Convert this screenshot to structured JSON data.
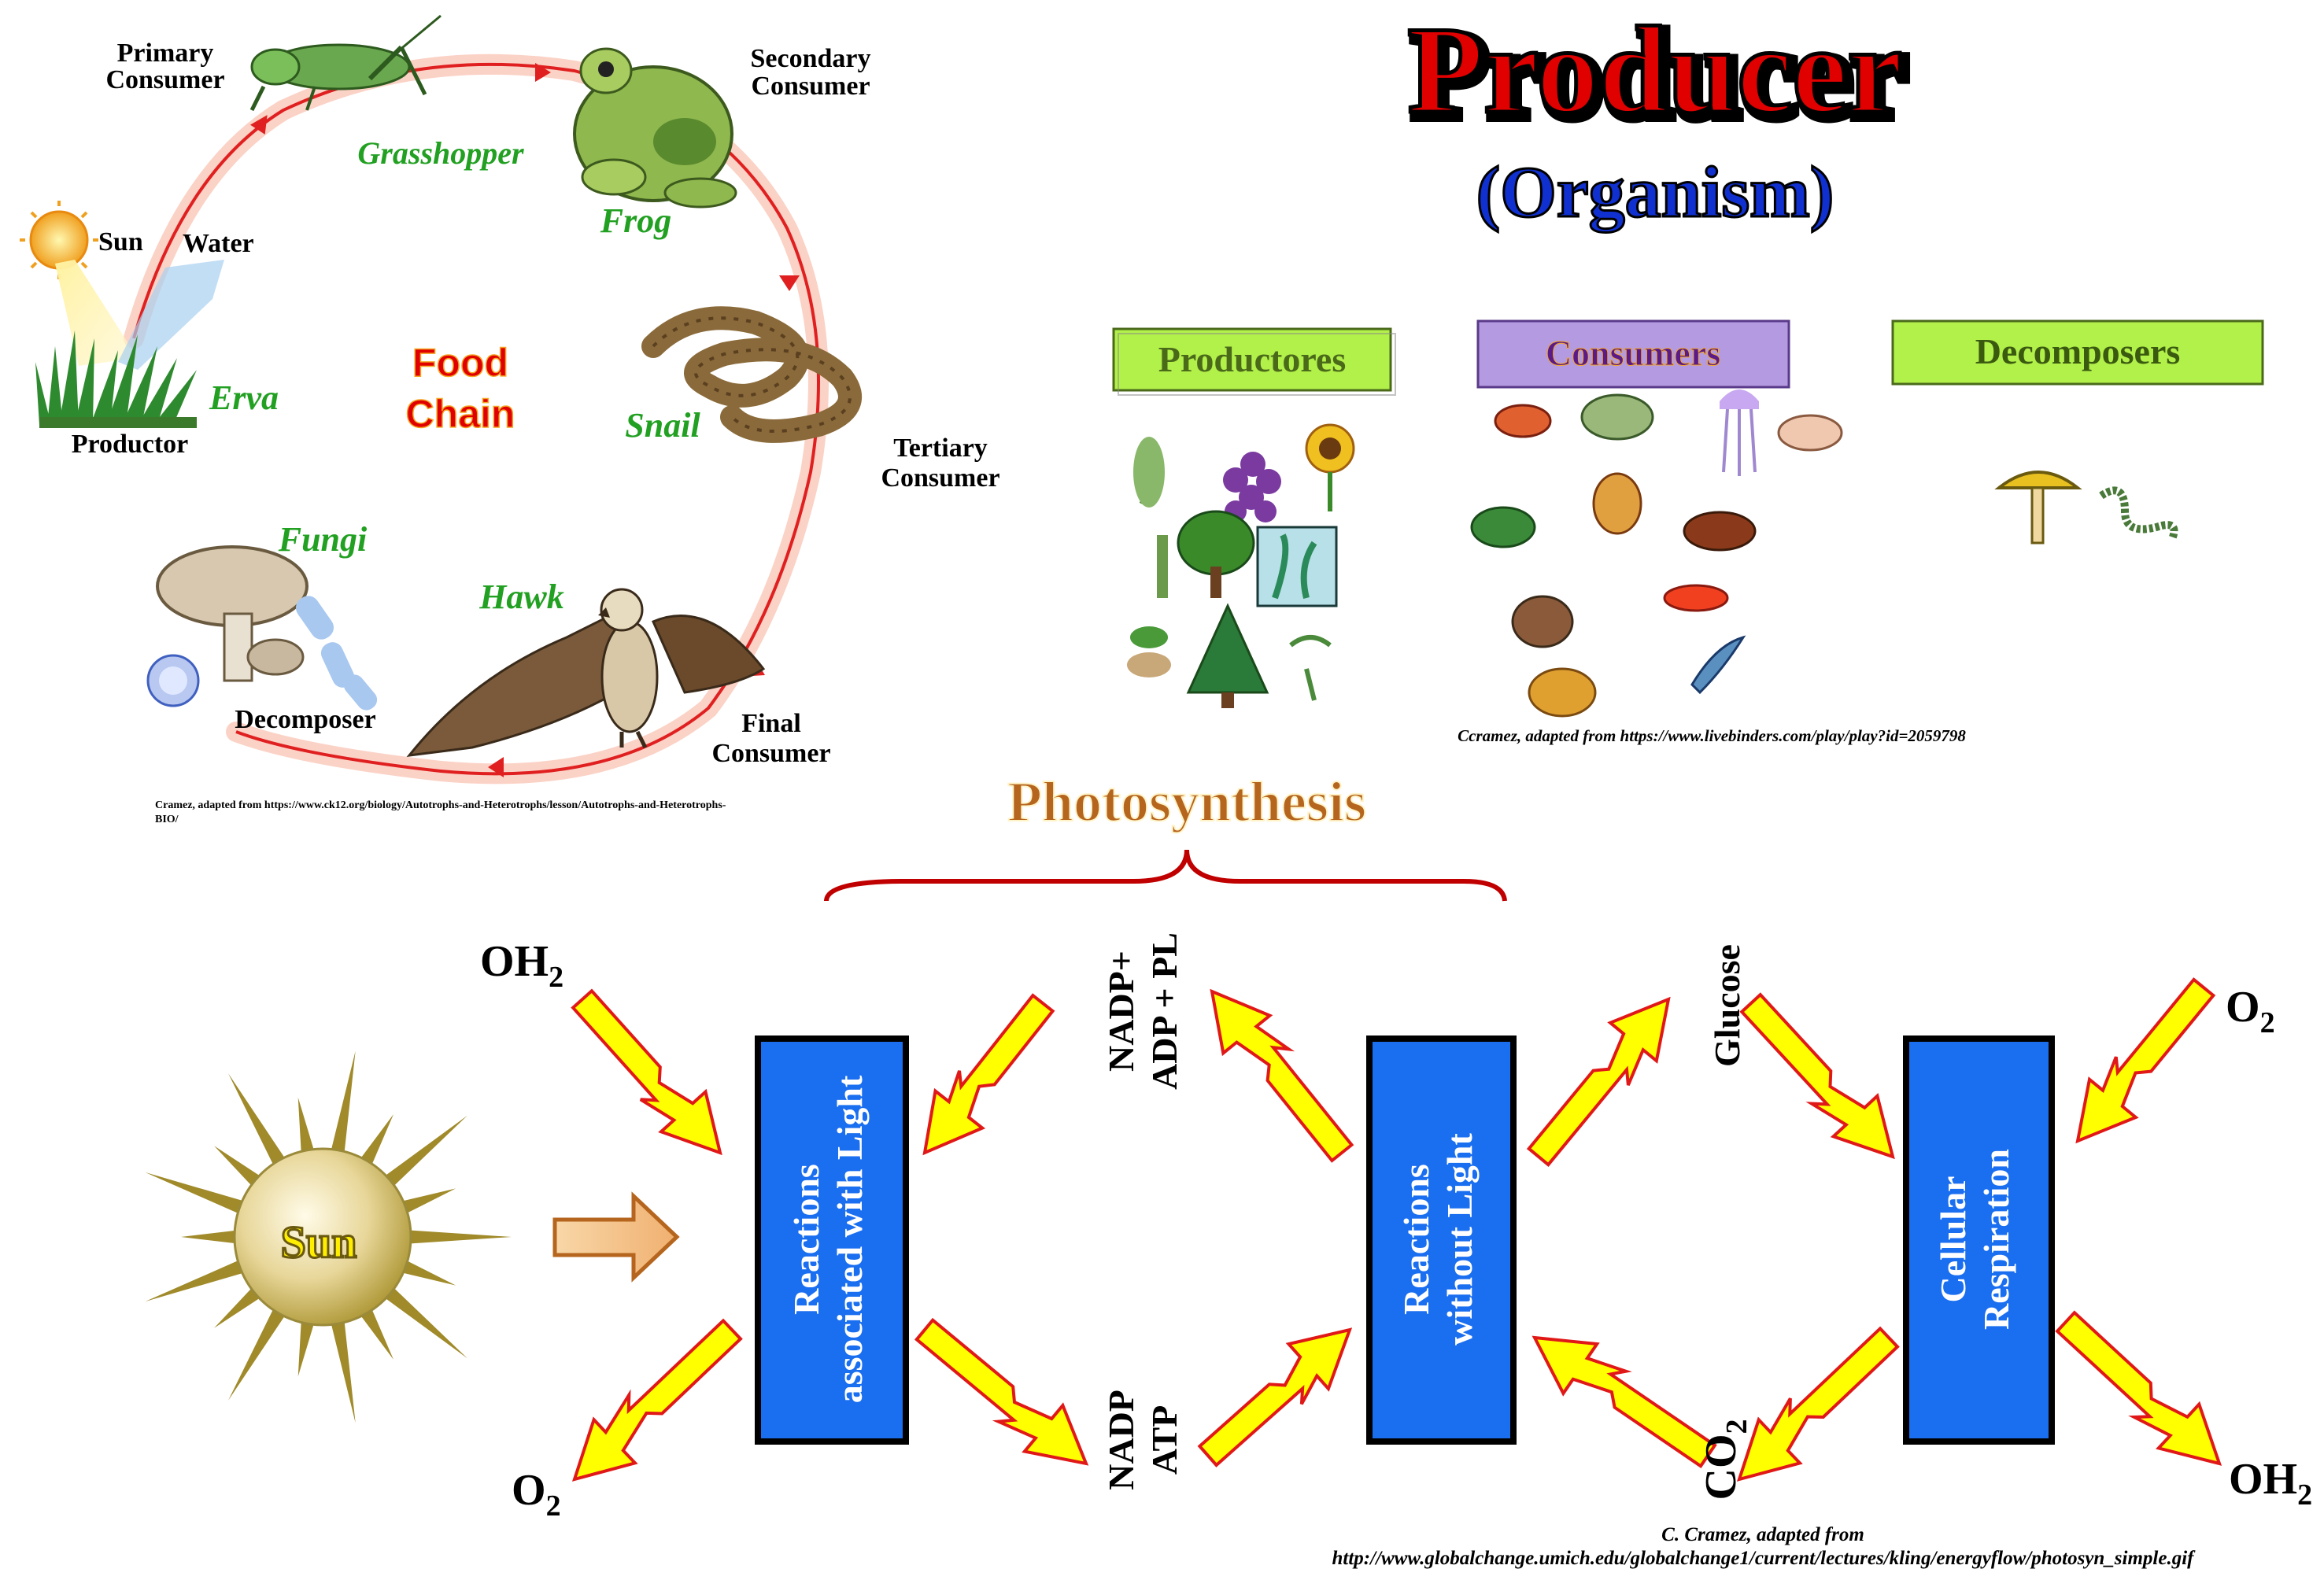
{
  "food_chain": {
    "title_line1": "Food",
    "title_line2": "Chain",
    "primary_consumer_line1": "Primary",
    "primary_consumer_line2": "Consumer",
    "secondary_consumer_line1": "Secondary",
    "secondary_consumer_line2": "Consumer",
    "tertiary_consumer_line1": "Tertiary",
    "tertiary_consumer_line2": "Consumer",
    "final_consumer_line1": "Final",
    "final_consumer_line2": "Consumer",
    "sun": "Sun",
    "water": "Water",
    "productor": "Productor",
    "decomposer": "Decomposer",
    "grasshopper": "Grasshopper",
    "frog": "Frog",
    "snail": "Snail",
    "hawk": "Hawk",
    "fungi": "Fungi",
    "erva": "Erva",
    "credit_line1": "Cramez, adapted from  https://www.ck12.org/biology/Autotrophs-and-Heterotrophs/lesson/Autotrophs-and-Heterotrophs-",
    "credit_line2": "BIO/"
  },
  "header": {
    "title": "Producer",
    "subtitle": "(Organism)"
  },
  "categories": {
    "productores": "Productores",
    "consumers": "Consumers",
    "decomposers": "Decomposers",
    "credit": "Ccramez, adapted from https://www.livebinders.com/play/play?id=2059798"
  },
  "photosynthesis": {
    "title": "Photosynthesis",
    "sun": "Sun",
    "box1_line1": "Reactions",
    "box1_line2": "associated with Light",
    "box2_line1": "Reactions",
    "box2_line2": "without Light",
    "box3_line1": "Cellular",
    "box3_line2": "Respiration",
    "oh2_in": "OH",
    "o2_out": "O",
    "nadp_plus": "NADP+",
    "adp_pl": "ADP + PL",
    "nadp": "NADP",
    "atp": "ATP",
    "glucose": "Glucose",
    "co2": "CO",
    "o2_in": "O",
    "oh2_out": "OH",
    "sub2": "2",
    "credit_line1": "C. Cramez, adapted from",
    "credit_line2": "http://www.globalchange.umich.edu/globalchange1/current/lectures/kling/energyflow/photosyn_simple.gif"
  },
  "colors": {
    "box_blue": "#1a6ef0",
    "arrow_fill": "#ffff00",
    "arrow_stroke": "#e01818",
    "title_red": "#e00000",
    "subtitle_blue": "#1030d0",
    "photo_brown": "#b5651d"
  }
}
